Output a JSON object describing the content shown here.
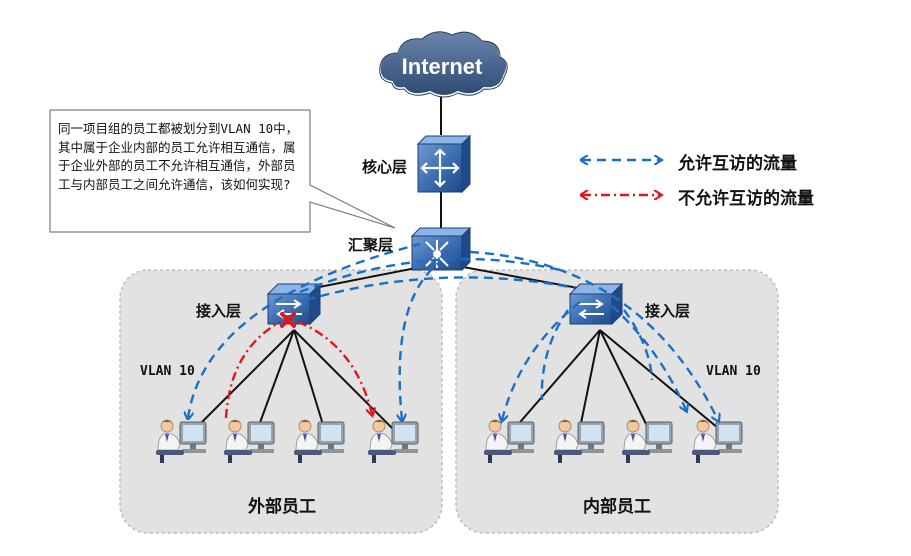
{
  "internet_label": "Internet",
  "callout": {
    "text": "同一项目组的员工都被划分到VLAN 10中，其中属于企业内部的员工允许相互通信，属于企业外部的员工不允许相互通信，外部员工与内部员工之间允许通信，该如何实现?"
  },
  "layers": {
    "core": "核心层",
    "aggregation": "汇聚层",
    "access_left": "接入层",
    "access_right": "接入层"
  },
  "vlan": {
    "left": "VLAN 10",
    "right": "VLAN 10"
  },
  "groups": {
    "external": "外部员工",
    "internal": "内部员工"
  },
  "legend": {
    "allowed": "允许互访的流量",
    "denied": "不允许互访的流量"
  },
  "colors": {
    "allowed_arrow": "#1a6fc7",
    "denied_arrow": "#e3161a",
    "cloud": "#3f5d85",
    "switch": "#3a6aa8",
    "zone_bg": "#e0e0e0",
    "zone_border": "#bdbdbd"
  },
  "icons": [
    "internet-cloud-icon",
    "core-router-icon",
    "aggregation-switch-icon",
    "access-switch-icon",
    "employee-pc-icon",
    "block-x-icon"
  ]
}
